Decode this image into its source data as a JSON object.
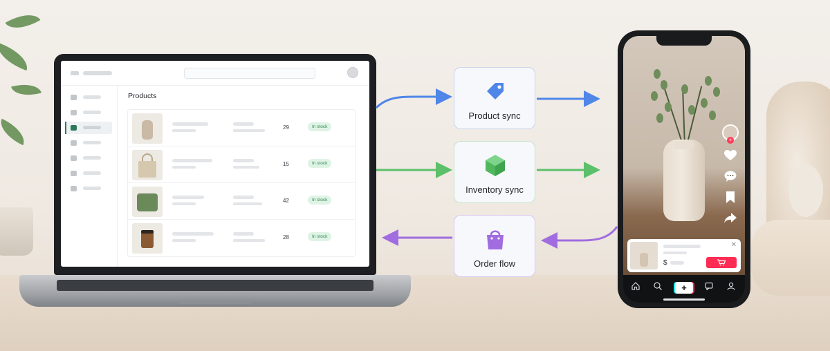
{
  "laptop_app": {
    "page_title": "Products",
    "products": [
      {
        "thumb": "vase-icon",
        "quantity": "29",
        "status": "In stock"
      },
      {
        "thumb": "tote-bag-icon",
        "quantity": "15",
        "status": "In stock"
      },
      {
        "thumb": "shirt-icon",
        "quantity": "42",
        "status": "In stock"
      },
      {
        "thumb": "candle-icon",
        "quantity": "28",
        "status": "In stock"
      }
    ],
    "sidebar_icons": [
      "home-icon",
      "tag-icon",
      "shopping-bag-icon",
      "users-icon",
      "bar-chart-icon",
      "gear-icon",
      "menu-icon"
    ]
  },
  "flows": [
    {
      "label": "Product sync",
      "icon": "tag-icon",
      "color": "#4f86e8"
    },
    {
      "label": "Inventory sync",
      "icon": "cube-icon",
      "color": "#5cbf6a"
    },
    {
      "label": "Order flow",
      "icon": "shopping-bag-icon",
      "color": "#a06ce0"
    }
  ],
  "phone_app": {
    "side_actions": [
      "profile-avatar-icon",
      "heart-icon",
      "comment-icon",
      "bookmark-icon",
      "share-icon"
    ],
    "shop_card": {
      "price_symbol": "$",
      "close_glyph": "✕"
    },
    "tabbar": [
      "home-icon",
      "search-icon",
      "create-plus-icon",
      "inbox-icon",
      "profile-icon"
    ]
  }
}
